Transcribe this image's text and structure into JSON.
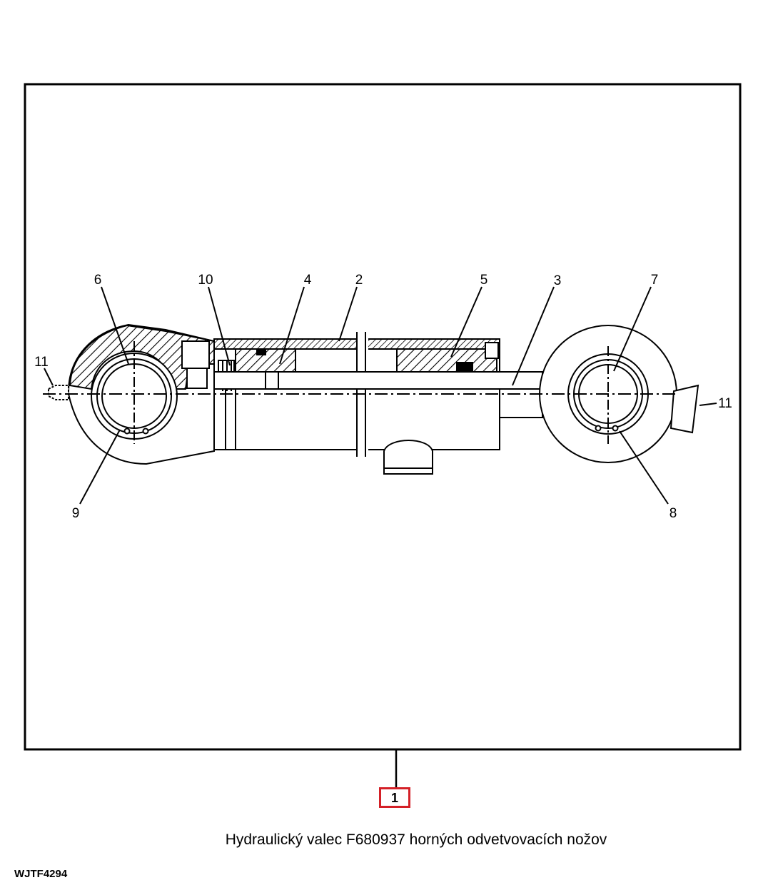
{
  "diagram": {
    "callouts": [
      {
        "id": "6",
        "label": "6"
      },
      {
        "id": "10",
        "label": "10"
      },
      {
        "id": "4",
        "label": "4"
      },
      {
        "id": "2",
        "label": "2"
      },
      {
        "id": "5",
        "label": "5"
      },
      {
        "id": "3",
        "label": "3"
      },
      {
        "id": "7",
        "label": "7"
      },
      {
        "id": "11a",
        "label": "11"
      },
      {
        "id": "11b",
        "label": "11"
      },
      {
        "id": "9",
        "label": "9"
      },
      {
        "id": "8",
        "label": "8"
      }
    ],
    "assembly_number": "1",
    "caption": "Hydraulický valec F680937 horných odvetvovacích nožov",
    "figure_id": "WJTF4294",
    "colors": {
      "line": "#000000",
      "highlight_box": "#d42027",
      "background": "#ffffff"
    }
  }
}
